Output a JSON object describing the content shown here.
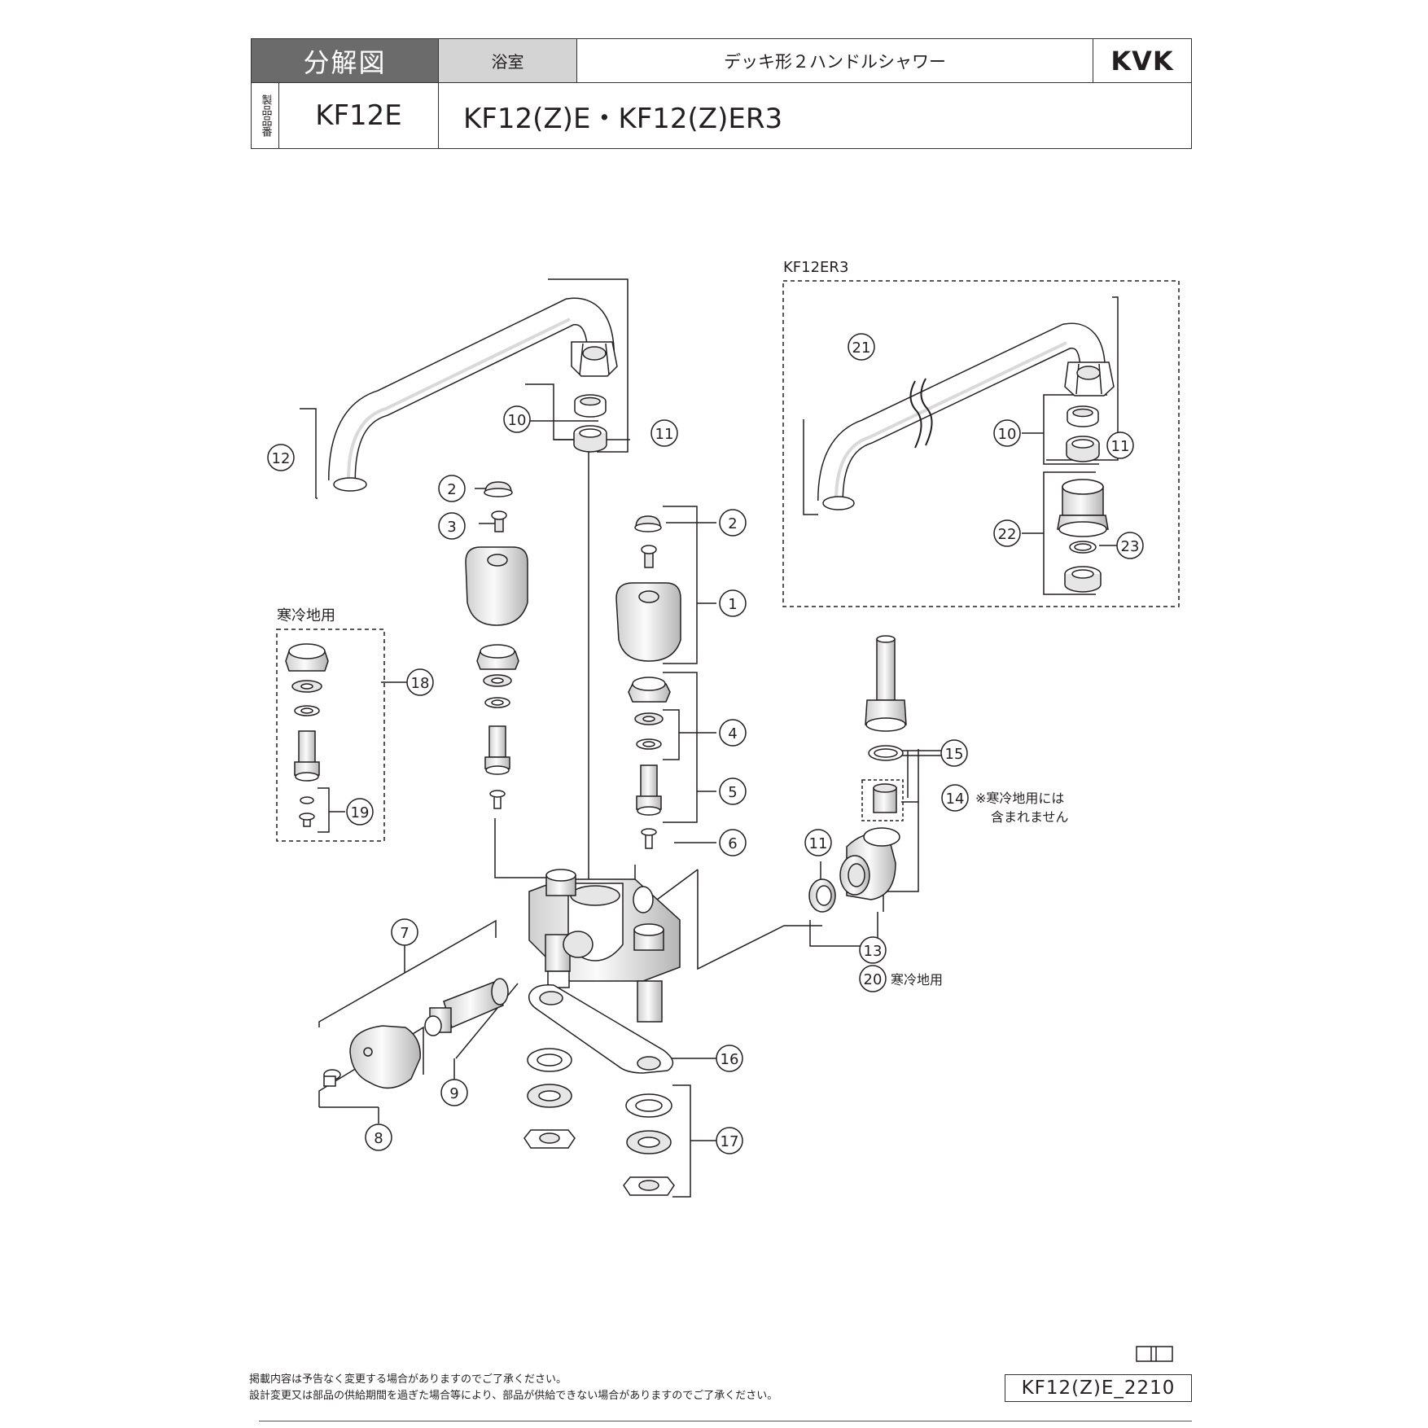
{
  "header": {
    "section_label": "分解図",
    "category": "浴室",
    "product_name": "デッキ形２ハンドルシャワー",
    "brand": "KVK",
    "product_number_label": "製品品番",
    "model_code": "KF12E",
    "model_variants": "KF12(Z)E・KF12(Z)ER3"
  },
  "diagram": {
    "variant_box_title": "KF12ER3",
    "cold_region_box_title": "寒冷地用",
    "note_line1": "※寒冷地用には",
    "note_line2": "含まれません",
    "part20_caption": "寒冷地用",
    "callouts": [
      "1",
      "2",
      "3",
      "4",
      "5",
      "6",
      "7",
      "8",
      "9",
      "10",
      "11",
      "12",
      "13",
      "14",
      "15",
      "16",
      "17",
      "18",
      "19",
      "20",
      "21",
      "22",
      "23"
    ]
  },
  "footer": {
    "notice_line1": "掲載内容は予告なく変更する場合がありますのでご了承ください。",
    "notice_line2": "設計変更又は部品の供給期間を過ぎた場合等により、部品が供給できない場合がありますのでご了承ください。",
    "doc_code": "KF12(Z)E_2210"
  },
  "colors": {
    "ink": "#231f20",
    "header_dark": "#6b6b6b",
    "header_light": "#d4d4d4",
    "part_fill": "#e6e6e6"
  }
}
